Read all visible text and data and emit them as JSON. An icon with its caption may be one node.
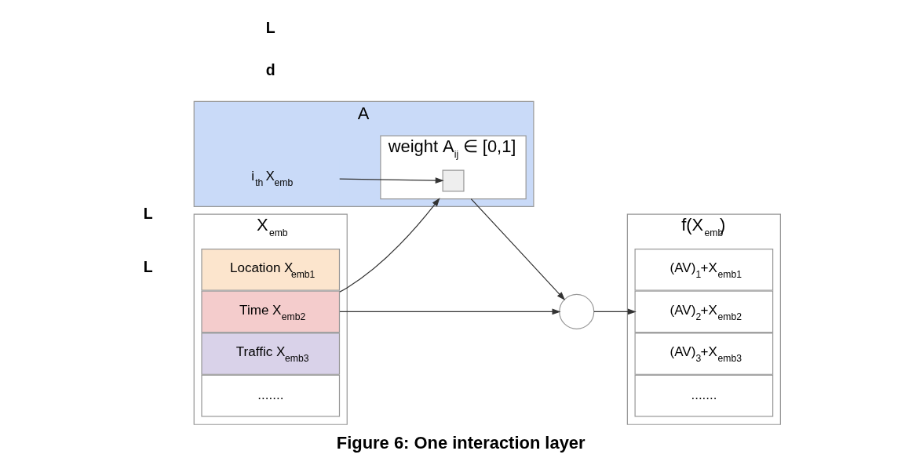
{
  "diagram": {
    "caption": "Figure 6: One interaction layer",
    "nodes": [
      {
        "text": [
          "X$_{emb}$"
        ]
      },
      {
        "text": [
          "Location X$_{emb1}$"
        ],
        "in": 0
      },
      {
        "text": [
          "Time X$_{emb2}$"
        ],
        "in": 0
      },
      {
        "text": [
          "Traffic X$_{emb3}$"
        ],
        "in": 0
      },
      {
        "text": [
          "......."
        ],
        "in": 0
      },
      {
        "text": [
          "A"
        ]
      },
      {
        "text": [
          "weight A$_{ij}$ ∈ [0,1]"
        ],
        "in": 5
      },
      {
        "text": [],
        "shape": "box",
        "in": 6
      },
      {
        "text": [
          "i$_{th}$ X$_{emb}$"
        ],
        "in": 5
      },
      {
        "text": [],
        "shape": "circle"
      },
      {
        "text": [
          "f(X$_{emb}$)"
        ]
      },
      {
        "text": [
          "(AV)$_{1}$+X$_{emb1}$"
        ],
        "in": 10
      },
      {
        "text": [
          "(AV)$_{2}$+X$_{emb2}$"
        ],
        "in": 10
      },
      {
        "text": [
          "(AV)$_{3}$+X$_{emb3}$"
        ],
        "in": 10
      },
      {
        "text": [
          "......."
        ],
        "in": 10
      }
    ],
    "edges": [
      {
        "from": 2,
        "to": 6,
        "arrow": "to"
      },
      {
        "from": 2,
        "to": 9,
        "arrow": "to"
      },
      {
        "from": 8,
        "to": 7,
        "arrow": "to"
      },
      {
        "from": 6,
        "to": 9,
        "arrow": "to"
      },
      {
        "from": 9,
        "to": 12,
        "arrow": "to"
      }
    ],
    "labels": [
      "L",
      "d",
      "L",
      "L"
    ]
  }
}
